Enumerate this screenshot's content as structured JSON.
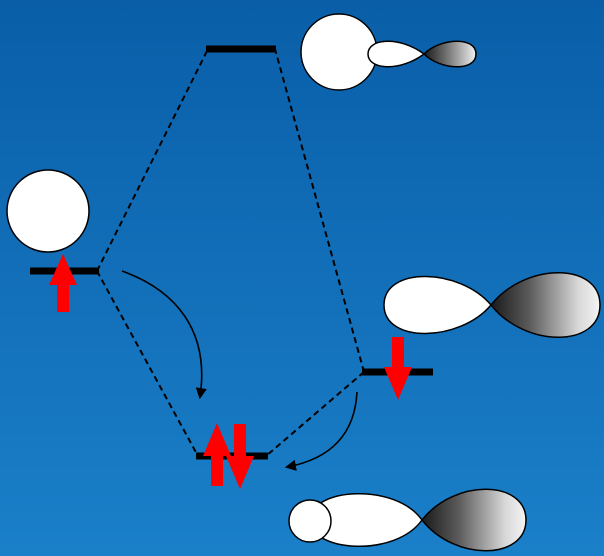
{
  "diagram": {
    "kind": "molecular-orbital-energy-level-diagram",
    "colors": {
      "background_top": "#0a5ea8",
      "background_bottom": "#1a80c9",
      "level_line": "#000000",
      "connector": "#000000",
      "electron_arrow": "#ff0000",
      "lobe_fill": "#ffffff",
      "lobe_shaded_dark": "#1a1a1a",
      "lobe_shaded_light": "#f4f4f4"
    },
    "levels": [
      {
        "id": "left-atomic",
        "electrons": [
          "up"
        ]
      },
      {
        "id": "right-atomic",
        "electrons": [
          "down"
        ]
      },
      {
        "id": "bonding-mo",
        "electrons": [
          "up",
          "down"
        ]
      },
      {
        "id": "antibonding-mo",
        "electrons": []
      }
    ],
    "orbitals": [
      {
        "id": "left-s-orbital",
        "shape": "sphere"
      },
      {
        "id": "right-hybrid-orbital",
        "shape": "white-lobe-plus-shaded-lobe"
      },
      {
        "id": "antibonding-orbital",
        "shape": "sphere-white-lobe-small-shaded-lobe"
      },
      {
        "id": "bonding-orbital",
        "shape": "small-sphere-white-lobe-large-shaded-lobe"
      }
    ]
  }
}
